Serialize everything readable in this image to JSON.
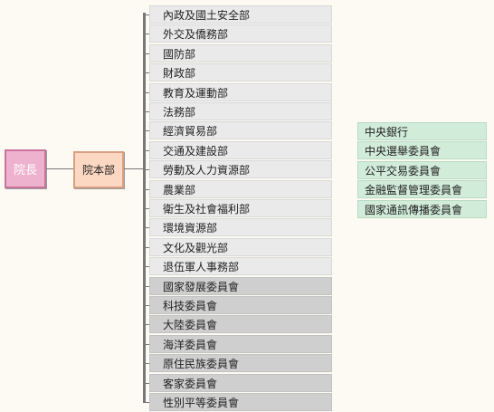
{
  "premier": "院長",
  "cabinet": "院本部",
  "departments": [
    {
      "label": "內政及國土安全部",
      "kind": "ministry"
    },
    {
      "label": "外交及僑務部",
      "kind": "ministry"
    },
    {
      "label": "國防部",
      "kind": "ministry"
    },
    {
      "label": "財政部",
      "kind": "ministry"
    },
    {
      "label": "教育及運動部",
      "kind": "ministry"
    },
    {
      "label": "法務部",
      "kind": "ministry"
    },
    {
      "label": "經濟貿易部",
      "kind": "ministry"
    },
    {
      "label": "交通及建設部",
      "kind": "ministry"
    },
    {
      "label": "勞動及人力資源部",
      "kind": "ministry"
    },
    {
      "label": "農業部",
      "kind": "ministry"
    },
    {
      "label": "衛生及社會福利部",
      "kind": "ministry"
    },
    {
      "label": "環境資源部",
      "kind": "ministry"
    },
    {
      "label": "文化及觀光部",
      "kind": "ministry"
    },
    {
      "label": "退伍軍人事務部",
      "kind": "ministry"
    },
    {
      "label": "國家發展委員會",
      "kind": "council"
    },
    {
      "label": "科技委員會",
      "kind": "council"
    },
    {
      "label": "大陸委員會",
      "kind": "council"
    },
    {
      "label": "海洋委員會",
      "kind": "council"
    },
    {
      "label": "原住民族委員會",
      "kind": "council"
    },
    {
      "label": "客家委員會",
      "kind": "council"
    },
    {
      "label": "性別平等委員會",
      "kind": "council"
    }
  ],
  "independent_agencies": [
    "中央銀行",
    "中央選舉委員會",
    "公平交易委員會",
    "金融監督管理委員會",
    "國家通訊傳播委員會"
  ],
  "colors": {
    "premier_fill": "#eeb2cf",
    "cabinet_fill": "#fcd7c2",
    "ministry_fill": "#eaeaea",
    "council_fill": "#cfcfcf",
    "independent_fill": "#d2ecda",
    "connector": "#777777"
  }
}
